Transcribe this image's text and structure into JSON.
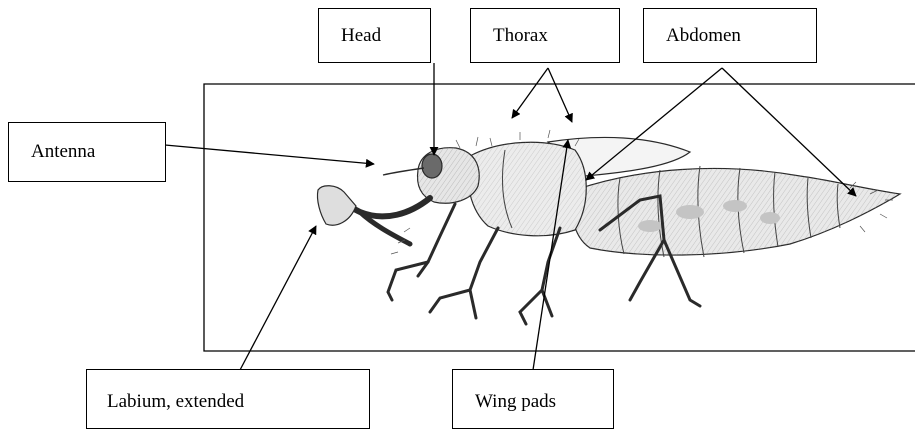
{
  "labels": {
    "head": "Head",
    "thorax": "Thorax",
    "abdomen": "Abdomen",
    "antenna": "Antenna",
    "labium": "Labium, extended",
    "wing_pads": "Wing pads"
  },
  "colors": {
    "line": "#000000",
    "insect_stroke": "#2a2a2a",
    "insect_shade": "#cfcfcf",
    "insect_light": "#ededed",
    "background": "#ffffff"
  }
}
